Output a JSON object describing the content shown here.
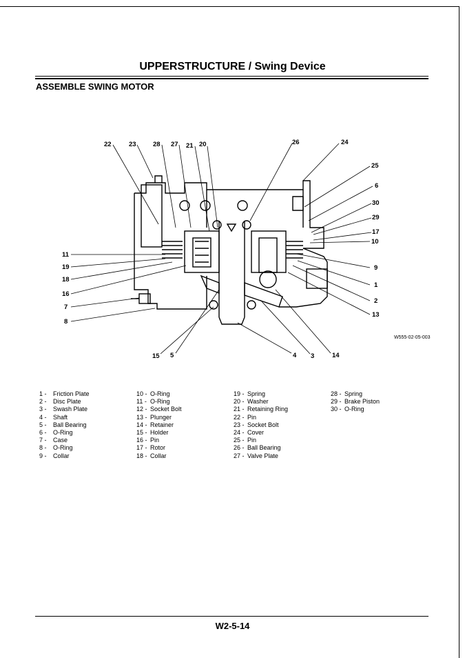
{
  "header": {
    "title": "UPPERSTRUCTURE / Swing Device"
  },
  "section": {
    "title": "ASSEMBLE SWING MOTOR"
  },
  "figure": {
    "code": "W555-02-05-003"
  },
  "callouts": {
    "c1": "1",
    "c2": "2",
    "c3": "3",
    "c4": "4",
    "c5": "5",
    "c6": "6",
    "c7": "7",
    "c8": "8",
    "c9": "9",
    "c10": "10",
    "c11": "11",
    "c13": "13",
    "c14": "14",
    "c15": "15",
    "c16": "16",
    "c17": "17",
    "c18": "18",
    "c19": "19",
    "c20": "20",
    "c21": "21",
    "c22": "22",
    "c23": "23",
    "c24": "24",
    "c25": "25",
    "c26": "26",
    "c27": "27",
    "c28": "28",
    "c29": "29",
    "c30": "30"
  },
  "legend": {
    "col1": [
      {
        "num": "1 -",
        "name": "Friction Plate"
      },
      {
        "num": "2 -",
        "name": "Disc Plate"
      },
      {
        "num": "3 -",
        "name": "Swash Plate"
      },
      {
        "num": "4 -",
        "name": "Shaft"
      },
      {
        "num": "5 -",
        "name": "Ball Bearing"
      },
      {
        "num": "6 -",
        "name": "O-Ring"
      },
      {
        "num": "7 -",
        "name": "Case"
      },
      {
        "num": "8 -",
        "name": "O-Ring"
      },
      {
        "num": "9 -",
        "name": "Collar"
      }
    ],
    "col2": [
      {
        "num": "10 -",
        "name": "O-Ring"
      },
      {
        "num": "11 -",
        "name": "O-Ring"
      },
      {
        "num": "12 -",
        "name": "Socket Bolt"
      },
      {
        "num": "13 -",
        "name": "Plunger"
      },
      {
        "num": "14 -",
        "name": "Retainer"
      },
      {
        "num": "15 -",
        "name": "Holder"
      },
      {
        "num": "16 -",
        "name": "Pin"
      },
      {
        "num": "17 -",
        "name": "Rotor"
      },
      {
        "num": "18 -",
        "name": "Collar"
      }
    ],
    "col3": [
      {
        "num": "19 -",
        "name": "Spring"
      },
      {
        "num": "20 -",
        "name": "Washer"
      },
      {
        "num": "21 -",
        "name": "Retaining Ring"
      },
      {
        "num": "22 -",
        "name": "Pin"
      },
      {
        "num": "23 -",
        "name": "Socket Bolt"
      },
      {
        "num": "24 -",
        "name": "Cover"
      },
      {
        "num": "25 -",
        "name": "Pin"
      },
      {
        "num": "26 -",
        "name": "Ball Bearing"
      },
      {
        "num": "27 -",
        "name": "Valve Plate"
      }
    ],
    "col4": [
      {
        "num": "28 -",
        "name": "Spring"
      },
      {
        "num": "29 -",
        "name": "Brake Piston"
      },
      {
        "num": "30 -",
        "name": "O-Ring"
      }
    ]
  },
  "footer": {
    "page": "W2-5-14"
  }
}
